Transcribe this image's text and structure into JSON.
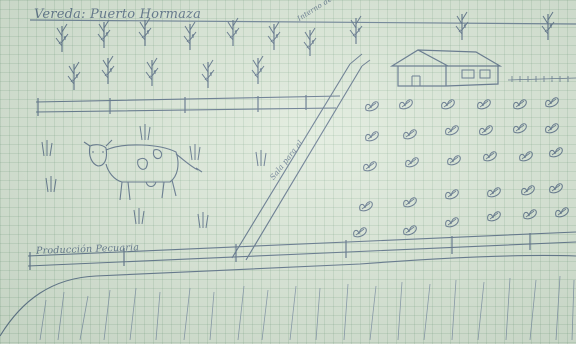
{
  "sketch": {
    "title": "Vereda: Puerto Hormaza",
    "pasture_label": "Producción Pecuaria",
    "path_label": "Sala para al",
    "development_label": "Interno de vida"
  },
  "colors": {
    "paper": "#dfeadb",
    "grid": "#9fbfa9",
    "pencil": "#5b6f88"
  },
  "icons": [
    "cow-icon",
    "house-icon",
    "corn-plant-icon",
    "bean-plant-icon",
    "grass-tuft-icon",
    "fence-icon"
  ]
}
